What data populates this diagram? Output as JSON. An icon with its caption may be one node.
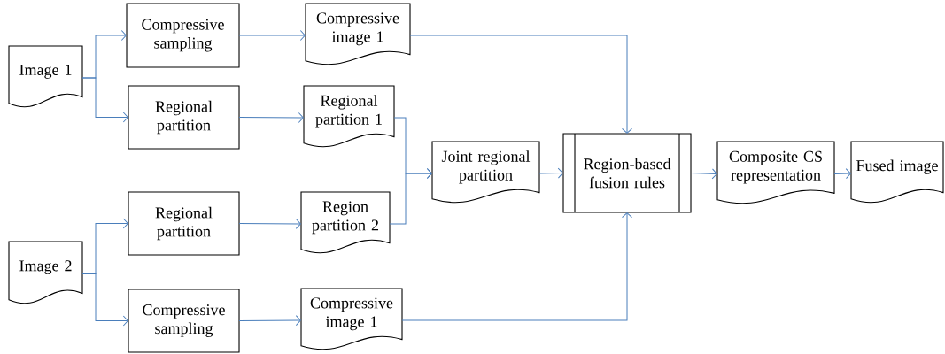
{
  "diagram": {
    "nodes": [
      {
        "text": [
          "Image 1"
        ]
      },
      {
        "text": [
          "Compressive sampling"
        ]
      },
      {
        "text": [
          "Regional partition"
        ]
      },
      {
        "text": [
          "Compressive image 1"
        ]
      },
      {
        "text": [
          "Regional partition 1"
        ]
      },
      {
        "text": [
          "Image 2"
        ]
      },
      {
        "text": [
          "Regional partition"
        ]
      },
      {
        "text": [
          "Region partition 2"
        ]
      },
      {
        "text": [
          "Compressive sampling"
        ]
      },
      {
        "text": [
          "Compressive image 1"
        ]
      },
      {
        "text": [
          "Joint regional partition"
        ]
      },
      {
        "text": [
          "Region-based fusion rules"
        ]
      },
      {
        "text": [
          "Composite CS representation"
        ]
      },
      {
        "text": [
          "Fused image"
        ]
      }
    ],
    "edges": [
      {
        "from": 0,
        "to": 1,
        "arrow": "to"
      },
      {
        "from": 0,
        "to": 2,
        "arrow": "to"
      },
      {
        "from": 1,
        "to": 3,
        "arrow": "to"
      },
      {
        "from": 2,
        "to": 4,
        "arrow": "to"
      },
      {
        "from": 5,
        "to": 6,
        "arrow": "to"
      },
      {
        "from": 5,
        "to": 8,
        "arrow": "to"
      },
      {
        "from": 6,
        "to": 7,
        "arrow": "to"
      },
      {
        "from": 8,
        "to": 9,
        "arrow": "to"
      },
      {
        "from": 4,
        "to": 10,
        "arrow": "to"
      },
      {
        "from": 7,
        "to": 10,
        "arrow": "to"
      },
      {
        "from": 3,
        "to": 11,
        "arrow": "to"
      },
      {
        "from": 9,
        "to": 11,
        "arrow": "to"
      },
      {
        "from": 10,
        "to": 11,
        "arrow": "to"
      },
      {
        "from": 11,
        "to": 12,
        "arrow": "to"
      },
      {
        "from": 12,
        "to": 13,
        "arrow": "to"
      }
    ]
  }
}
